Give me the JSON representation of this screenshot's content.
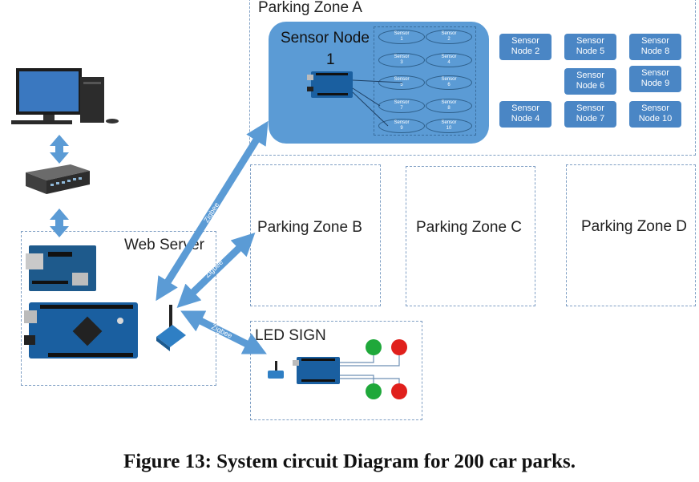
{
  "zones": {
    "a": "Parking Zone A",
    "b": "Parking Zone B",
    "c": "Parking Zone C",
    "d": "Parking Zone D",
    "web_server": "Web Server",
    "led_sign": "LED SIGN"
  },
  "sensor_node": {
    "title": "Sensor Node",
    "number": "1"
  },
  "sensors": [
    "Sensor\n1",
    "Sensor\n2",
    "Sensor\n3",
    "Sensor\n4",
    "Sensor\n5",
    "Sensor\n6",
    "Sensor\n7",
    "Sensor\n8",
    "Sensor\n9",
    "Sensor\n10"
  ],
  "sensor_nodes": [
    "Sensor\nNode 2",
    "Sensor\nNode 5",
    "Sensor\nNode 8",
    "Sensor\nNode 6",
    "Sensor\nNode 9",
    "Sensor\nNode 4",
    "Sensor\nNode 7",
    "Sensor\nNode 10"
  ],
  "connections": {
    "link1": "Zigbee",
    "link2": "Zigbee",
    "link3": "Zigbee"
  },
  "caption": "Figure 13: System circuit Diagram for 200 car parks.",
  "colors": {
    "node_fill": "#5b9bd5",
    "small_node": "#4a86c5",
    "arrow": "#5b9bd5",
    "green": "#1fa83a",
    "red": "#e0201c"
  }
}
